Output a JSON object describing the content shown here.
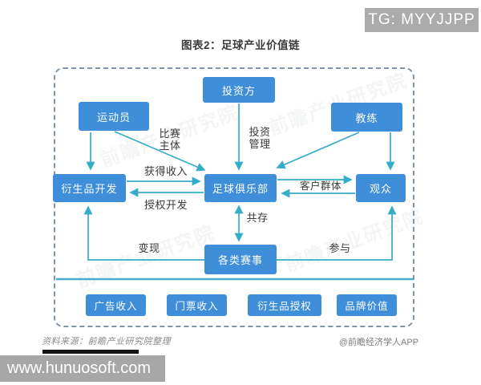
{
  "title": "图表2：足球产业价值链",
  "overlays": {
    "tg_badge": "TG: MYYJJPP",
    "website": "www.hunuosoft.com",
    "watermark": "前瞻产业研究院"
  },
  "diagram": {
    "nodes": {
      "investor": "投资方",
      "athlete": "运动员",
      "coach": "教练",
      "derivatives": "衍生品开发",
      "club": "足球俱乐部",
      "audience": "观众",
      "events": "各类赛事",
      "ad_revenue": "广告收入",
      "ticket_revenue": "门票收入",
      "derivative_licensing": "衍生品授权",
      "brand_value": "品牌价值"
    },
    "edge_labels": {
      "match_subject": "比赛主体",
      "investment_management": "投资管理",
      "gain_income": "获得收入",
      "licensed_development": "授权开发",
      "customer_group": "客户群体",
      "coexist": "共存",
      "monetize": "变现",
      "participate": "参与"
    }
  },
  "footer": {
    "source": "资料来源：前瞻产业研究院整理",
    "credit": "@前瞻经济学人APP"
  },
  "colors": {
    "node_blue": "#3e8ed9",
    "arrow_teal": "#35adc9",
    "frame_dash": "#8195aa",
    "badge_gray": "#ababab"
  }
}
